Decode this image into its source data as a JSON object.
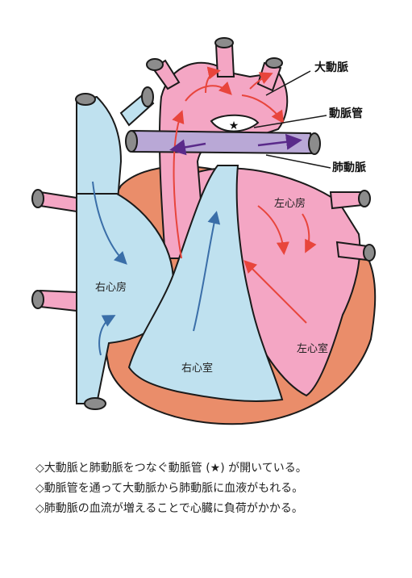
{
  "labels": {
    "aorta": "大動脈",
    "ductus": "動脈管",
    "pulmonary_artery": "肺動脈",
    "left_atrium": "左心房",
    "right_atrium": "右心房",
    "right_ventricle": "右心室",
    "left_ventricle": "左心室",
    "ductus_marker": "★"
  },
  "notes": [
    "◇大動脈と肺動脈をつなぐ動脈管 (★) が開いている。",
    "◇動脈管を通って大動脈から肺動脈に血液がもれる。",
    "◇肺動脈の血流が増えることで心臓に負荷がかかる。"
  ],
  "colors": {
    "oxygenated": "#f4a6c4",
    "deoxygenated": "#bfe1ef",
    "pulmonary": "#b9a8d6",
    "muscle": "#ea8d6a",
    "vessel_end": "#8c8c8c",
    "red_arrow": "#e8453c",
    "blue_arrow": "#3a6ea8",
    "purple_arrow": "#5a2a8a"
  }
}
